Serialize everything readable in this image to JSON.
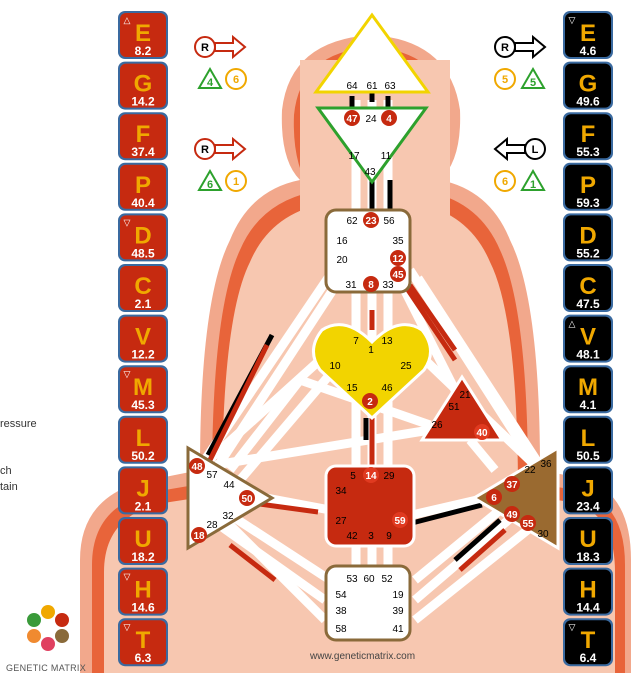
{
  "colors": {
    "design": "#c62a10",
    "personality": "#000000",
    "ochre": "#f0a800",
    "aura_outer": "#ef9a7c",
    "aura_inner": "#e0552c",
    "body": "#f6c5ae"
  },
  "side_text": [
    "ressure",
    "ch",
    "tain"
  ],
  "url": "www.geneticmatrix.com",
  "logo_caption": "GENETIC MATRIX",
  "left_column": [
    {
      "letter": "E",
      "value": "8.2",
      "marker": "△"
    },
    {
      "letter": "G",
      "value": "14.2",
      "marker": ""
    },
    {
      "letter": "F",
      "value": "37.4",
      "marker": ""
    },
    {
      "letter": "P",
      "value": "40.4",
      "marker": ""
    },
    {
      "letter": "D",
      "value": "48.5",
      "marker": "▽"
    },
    {
      "letter": "C",
      "value": "2.1",
      "marker": ""
    },
    {
      "letter": "V",
      "value": "12.2",
      "marker": ""
    },
    {
      "letter": "M",
      "value": "45.3",
      "marker": "▽"
    },
    {
      "letter": "L",
      "value": "50.2",
      "marker": ""
    },
    {
      "letter": "J",
      "value": "2.1",
      "marker": ""
    },
    {
      "letter": "U",
      "value": "18.2",
      "marker": ""
    },
    {
      "letter": "H",
      "value": "14.6",
      "marker": "▽"
    },
    {
      "letter": "T",
      "value": "6.3",
      "marker": "▽"
    }
  ],
  "right_column": [
    {
      "letter": "E",
      "value": "4.6",
      "marker": "▽"
    },
    {
      "letter": "G",
      "value": "49.6",
      "marker": ""
    },
    {
      "letter": "F",
      "value": "55.3",
      "marker": ""
    },
    {
      "letter": "P",
      "value": "59.3",
      "marker": ""
    },
    {
      "letter": "D",
      "value": "55.2",
      "marker": ""
    },
    {
      "letter": "C",
      "value": "47.5",
      "marker": ""
    },
    {
      "letter": "V",
      "value": "48.1",
      "marker": "△"
    },
    {
      "letter": "M",
      "value": "4.1",
      "marker": ""
    },
    {
      "letter": "L",
      "value": "50.5",
      "marker": ""
    },
    {
      "letter": "J",
      "value": "23.4",
      "marker": ""
    },
    {
      "letter": "U",
      "value": "18.3",
      "marker": ""
    },
    {
      "letter": "H",
      "value": "14.4",
      "marker": ""
    },
    {
      "letter": "T",
      "value": "6.4",
      "marker": "▽"
    }
  ],
  "variables": {
    "left_top": {
      "arrow": "R",
      "tone": "4",
      "color": "6"
    },
    "left_bottom": {
      "arrow": "R",
      "tone": "6",
      "color": "1"
    },
    "right_top": {
      "arrow": "R",
      "tone": "5",
      "color": "5"
    },
    "right_bottom": {
      "arrow": "L",
      "tone": "6",
      "color": "1"
    }
  },
  "centers": {
    "head": {
      "defined": false,
      "gates": [
        "64",
        "61",
        "63"
      ]
    },
    "ajna": {
      "defined": false,
      "gates": [
        "47",
        "24",
        "4",
        "17",
        "11",
        "43"
      ],
      "active": [
        "47",
        "4"
      ]
    },
    "throat": {
      "defined": false,
      "gates": [
        "62",
        "23",
        "56",
        "16",
        "35",
        "20",
        "12",
        "45",
        "31",
        "8",
        "33"
      ],
      "active": [
        "23",
        "12",
        "45",
        "8"
      ]
    },
    "g": {
      "defined": true,
      "gates": [
        "7",
        "1",
        "13",
        "10",
        "25",
        "15",
        "2",
        "46"
      ],
      "active": [
        "2"
      ]
    },
    "heart": {
      "defined": true,
      "gates": [
        "21",
        "51",
        "26",
        "40"
      ]
    },
    "spleen": {
      "defined": false,
      "gates": [
        "48",
        "57",
        "44",
        "50",
        "32",
        "28",
        "18"
      ],
      "active": [
        "48",
        "50",
        "18"
      ]
    },
    "sacral": {
      "defined": true,
      "gates": [
        "5",
        "14",
        "29",
        "34",
        "27",
        "59",
        "42",
        "3",
        "9"
      ],
      "active": [
        "14"
      ]
    },
    "solar_plexus": {
      "defined": true,
      "gates": [
        "22",
        "36",
        "37",
        "6",
        "49",
        "55",
        "30"
      ],
      "active": [
        "37",
        "6",
        "49",
        "55"
      ]
    },
    "root": {
      "defined": false,
      "gates": [
        "53",
        "60",
        "52",
        "54",
        "19",
        "38",
        "39",
        "58",
        "41"
      ]
    }
  }
}
